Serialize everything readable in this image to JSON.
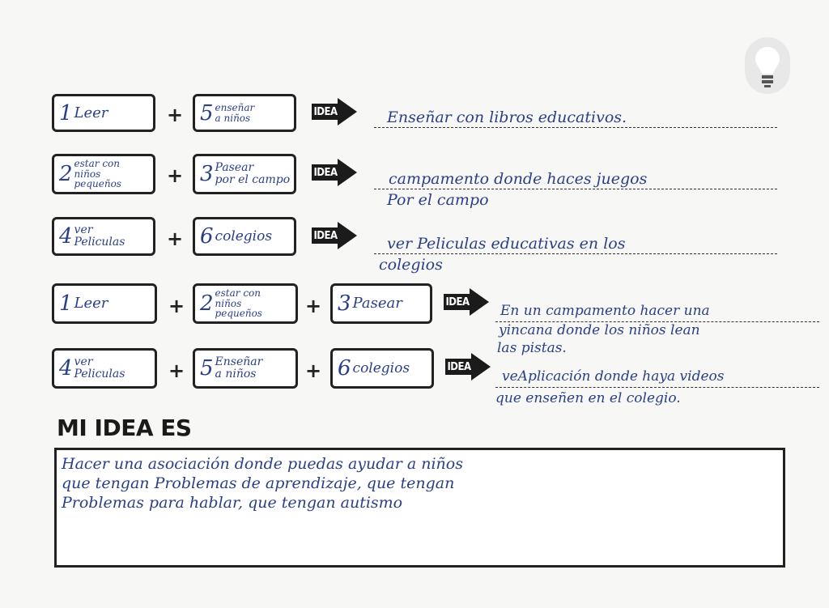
{
  "rows": [
    {
      "boxes": [
        {
          "num": "1",
          "text": "Leer"
        },
        {
          "num": "5",
          "text": "enseñar\na niños"
        }
      ],
      "idea_label": "IDEA",
      "result": [
        "Enseñar con libros educativos."
      ]
    },
    {
      "boxes": [
        {
          "num": "2",
          "text": "estar con\nniños\npequeños"
        },
        {
          "num": "3",
          "text": "Pasear\npor el campo"
        }
      ],
      "idea_label": "IDEA",
      "result": [
        "campamento donde haces juegos",
        "Por el campo"
      ]
    },
    {
      "boxes": [
        {
          "num": "4",
          "text": "ver\nPeliculas"
        },
        {
          "num": "6",
          "text": "colegios"
        }
      ],
      "idea_label": "IDEA",
      "result": [
        "ver Peliculas educativas en los",
        "colegios"
      ]
    },
    {
      "boxes": [
        {
          "num": "1",
          "text": "Leer"
        },
        {
          "num": "2",
          "text": "estar con\nniños\npequeños"
        },
        {
          "num": "3",
          "text": "Pasear"
        }
      ],
      "idea_label": "IDEA",
      "result": [
        "En un campamento hacer una",
        "yincana donde los niños lean",
        "las pistas."
      ]
    },
    {
      "boxes": [
        {
          "num": "4",
          "text": "ver\nPeliculas"
        },
        {
          "num": "5",
          "text": "Enseñar\na niños"
        },
        {
          "num": "6",
          "text": "colegios"
        }
      ],
      "idea_label": "IDEA",
      "result": [
        "veAplicación donde haya videos",
        "que enseñen en el colegio."
      ]
    }
  ],
  "plus_sign": "+",
  "heading": "MI IDEA ES",
  "final_idea": [
    "Hacer una asociación donde puedas ayudar a niños",
    "que tengan Problemas de aprendizaje, que tengan",
    "Problemas para hablar, que tengan autismo"
  ],
  "icon": "lightbulb-icon"
}
